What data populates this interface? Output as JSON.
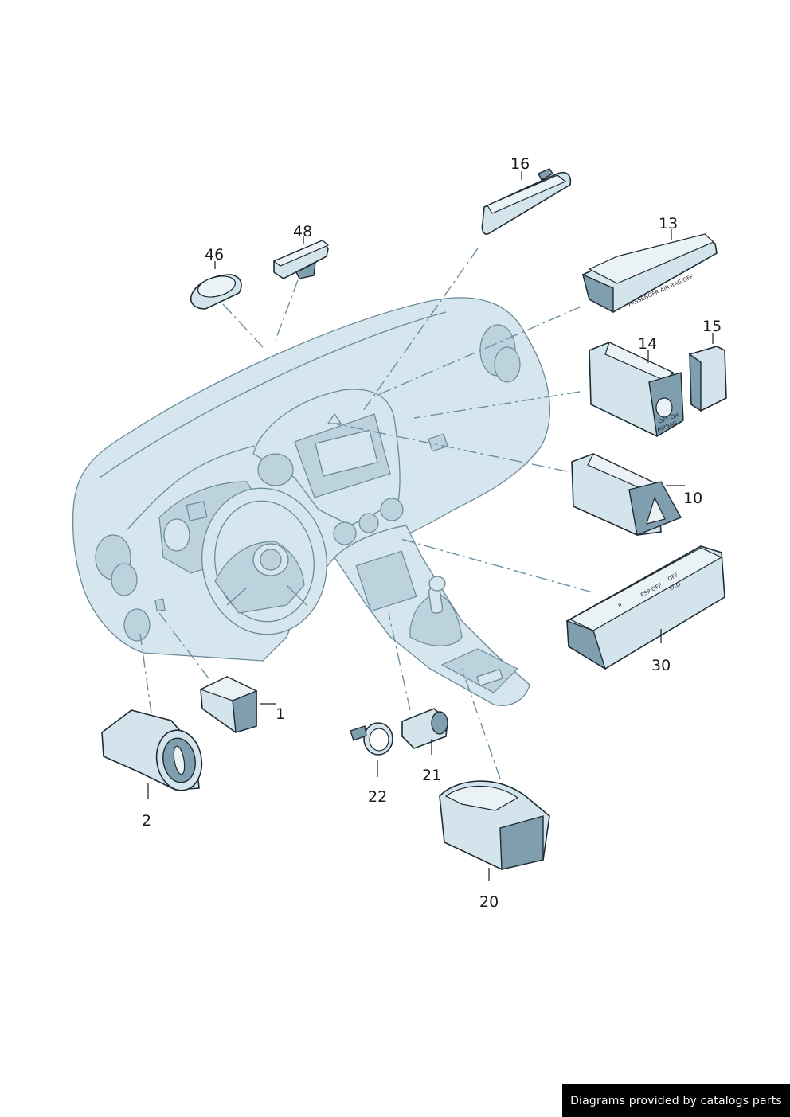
{
  "callouts": {
    "c1": "1",
    "c2": "2",
    "c10": "10",
    "c13": "13",
    "c14": "14",
    "c15": "15",
    "c16": "16",
    "c20": "20",
    "c21": "21",
    "c22": "22",
    "c30": "30",
    "c46": "46",
    "c48": "48"
  },
  "part_labels": {
    "airbag_strip": "PASSENGER AIR BAG OFF",
    "key_switch_on": "OFF ON",
    "key_switch_airbag": "AIRBAG",
    "btn_esp": "ESP OFF",
    "btn_off": "OFF",
    "btn_park": "P",
    "btn_ac": "ECO"
  },
  "footer": {
    "credit": "Diagrams provided by catalogs parts"
  },
  "colors": {
    "dashboard_fill": "#d6e6ee",
    "part_fill": "#d3e4ed",
    "leader_line": "#6d8fa3",
    "outline": "#1f2b33",
    "footer_bg": "#000000"
  }
}
